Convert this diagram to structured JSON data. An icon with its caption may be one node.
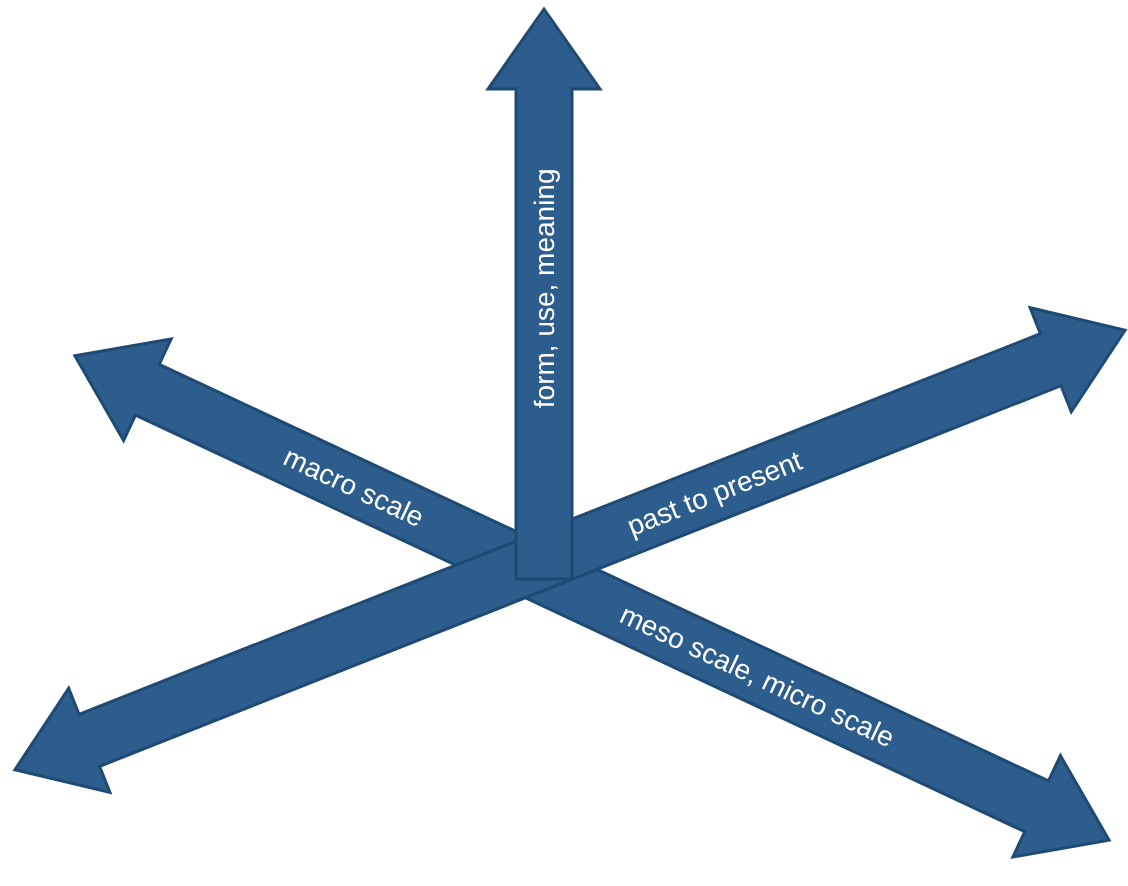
{
  "diagram": {
    "nodes": [
      {
        "text": [
          "form, use, meaning"
        ]
      },
      {
        "text": [
          "macro scale",
          "meso scale, micro scale"
        ]
      },
      {
        "text": [
          "past to present"
        ]
      }
    ]
  }
}
